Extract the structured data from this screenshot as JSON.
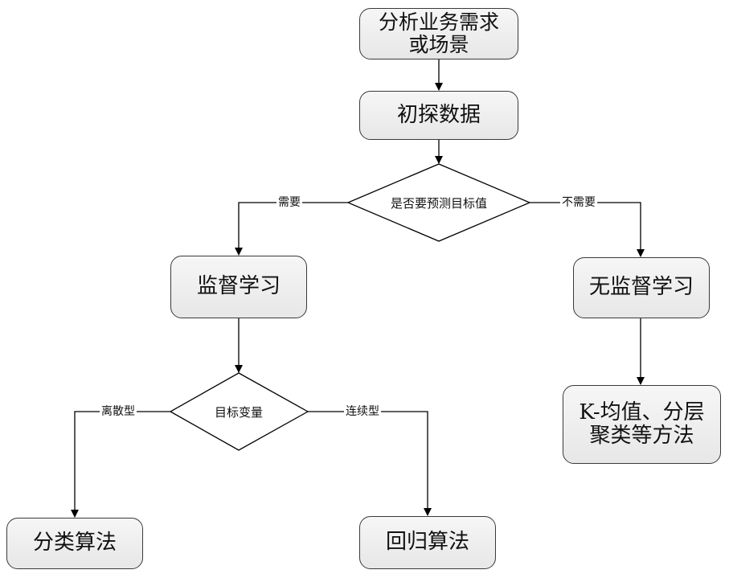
{
  "nodes": {
    "analyze": "分析业务需求\n或场景",
    "explore": "初探数据",
    "decide_target": "是否要预测目标值",
    "supervised": "监督学习",
    "unsupervised": "无监督学习",
    "target_var": "目标变量",
    "classification": "分类算法",
    "regression": "回归算法",
    "clustering": "K-均值、分层\n聚类等方法"
  },
  "edges": {
    "need": "需要",
    "no_need": "不需要",
    "discrete": "离散型",
    "continuous": "连续型"
  },
  "colors": {
    "line": "#000000",
    "box_border": "#3a3a3a",
    "box_fill": "#eeeeee"
  }
}
